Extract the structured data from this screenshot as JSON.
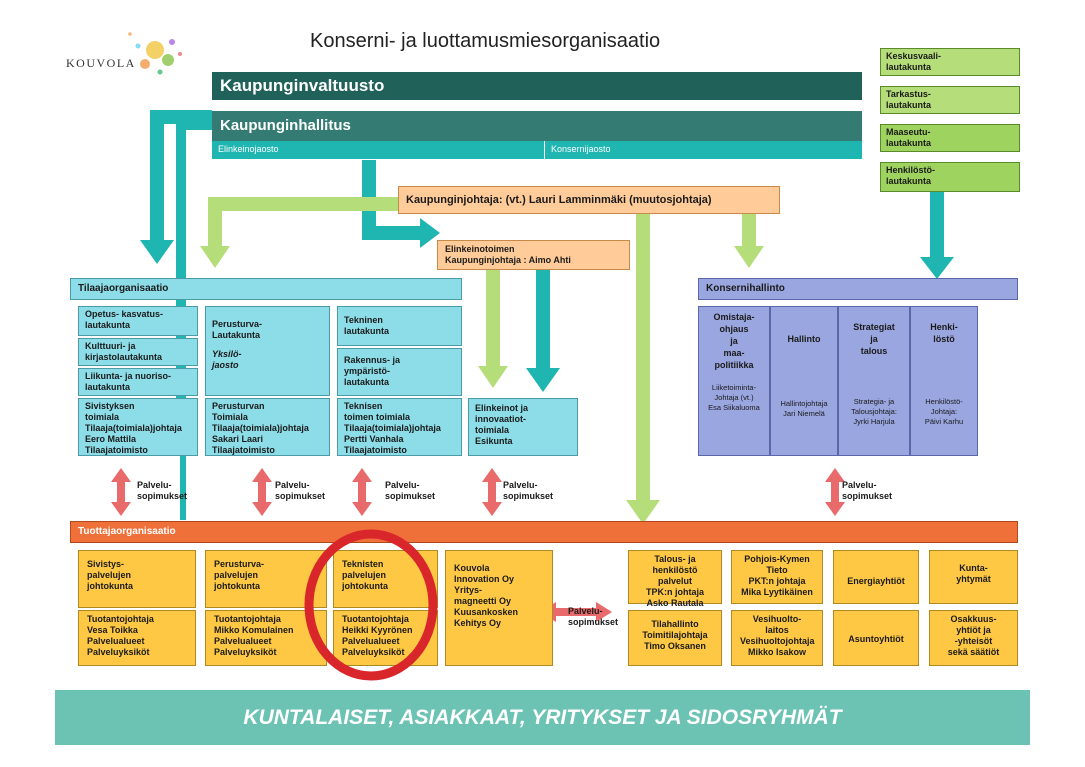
{
  "page_title": "Konserni- ja luottamusmiesorganisaatio",
  "logo": {
    "text": "KOUVOLA"
  },
  "top_bars": {
    "valtuusto": "Kaupunginvaltuusto",
    "hallitus": "Kaupunginhallitus",
    "elinkeinojaosto": "Elinkeinojaosto",
    "konsernijaosto": "Konsernijaosto"
  },
  "side_boards": [
    "Keskusvaali-\nlautakunta",
    "Tarkastus-\nlautakunta",
    "Maaseutu-\nlautakunta",
    "Henkilöstö-\nlautakunta"
  ],
  "kaupunginjohtaja": "Kaupunginjohtaja: (vt.) Lauri Lamminmäki (muutosjohtaja)",
  "elinkeinotoimi": "Elinkeinotoimen\nKaupunginjohtaja : Aimo Ahti",
  "tilaaja": {
    "header": "Tilaajaorganisaatio",
    "col1": {
      "b1": "Opetus- kasvatus-\nlautakunta",
      "b2": "Kulttuuri- ja\nkirjastolautakunta",
      "b3": "Liikunta- ja nuoriso-\nlautakunta",
      "b4": "Sivistyksen\ntoimiala\nTilaaja(toimiala)johtaja\nEero Mattila\nTilaajatoimisto"
    },
    "col2": {
      "b1": "Perusturva-\nLautakunta",
      "b1_italic": "Yksilö-\njaosto",
      "b2": "Perusturvan\nToimiala\nTilaaja(toimiala)johtaja\nSakari Laari\nTilaajatoimisto"
    },
    "col3": {
      "b1": "Tekninen\nlautakunta",
      "b2": "Rakennus- ja\nympäristö-\nlautakunta",
      "b3": "Teknisen\ntoimen toimiala\nTilaaja(toimiala)johtaja\nPertti Vanhala\nTilaajatoimisto"
    },
    "col4": "Elinkeinot ja\ninnovaatiot-\ntoimiala\nEsikunta"
  },
  "konsernihallinto": {
    "header": "Konsernihallinto",
    "cols": [
      {
        "title": "Omistaja-\nohjaus\nja\nmaa-\npolitiikka",
        "sub": "Liiketoiminta-\nJohtaja (vt.)\nEsa Siikaluoma"
      },
      {
        "title": "Hallinto",
        "sub": "Hallintojohtaja\nJari Niemelä"
      },
      {
        "title": "Strategiat\nja\ntalous",
        "sub": "Strategia- ja\nTalousjohtaja:\nJyrki Harjula"
      },
      {
        "title": "Henki-\nlöstö",
        "sub": "Henkilöstö-\nJohtaja:\nPäivi Karhu"
      }
    ]
  },
  "palvelusopimukset": "Palvelu-\nsopimukset",
  "tuottaja": {
    "header": "Tuottajaorganisaatio",
    "col1": {
      "top": "Sivistys-\npalvelujen\njohtokunta",
      "bottom": "Tuotantojohtaja\nVesa Toikka\nPalvelualueet\nPalveluyksiköt"
    },
    "col2": {
      "top": "Perusturva-\npalvelujen\njohtokunta",
      "bottom": "Tuotantojohtaja\nMikko Komulainen\nPalvelualueet\nPalveluyksiköt"
    },
    "col3": {
      "top": "Teknisten\npalvelujen\njohtokunta",
      "bottom": "Tuotantojohtaja\nHeikki Kyyrönen\nPalvelualueet\nPalveluyksiköt"
    },
    "col4": "Kouvola\nInnovation Oy\nYritys-\nmagneetti Oy\nKuusankosken\nKehitys Oy",
    "right": [
      {
        "top": "Talous- ja henkilöstö\npalvelut\nTPK:n johtaja\nAsko Rautala",
        "bottom": "Tilahallinto\nToimitilajohtaja\nTimo Oksanen"
      },
      {
        "top": "Pohjois-Kymen\nTieto\nPKT:n johtaja\nMika Lyytikäinen",
        "bottom": "Vesihuolto-\nlaitos\nVesihuoltojohtaja\nMikko Isakow"
      },
      {
        "top": "Energiayhtiöt",
        "bottom": "Asuntoyhtiöt"
      },
      {
        "top": "Kunta-\nyhtymät",
        "bottom": "Osakkuus-\nyhtiöt ja\n-yhteisöt\nsekä säätiöt"
      }
    ]
  },
  "bottom_band": "KUNTALAISET, ASIAKKAAT, YRITYKSET JA SIDOSRYHMÄT",
  "colors": {
    "dark_teal": "#20615a",
    "teal_arrow": "#1fb5b0",
    "light_green": "#b5dd7a",
    "orange_accent": "#f0703a",
    "yellow": "#ffc844",
    "highlight_ring": "#d8262a"
  }
}
